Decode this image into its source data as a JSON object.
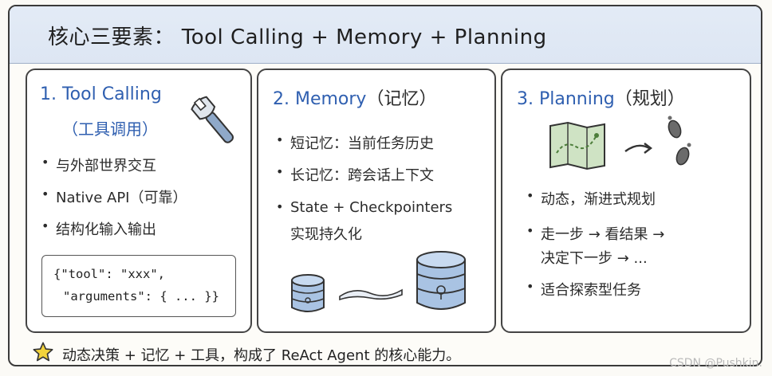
{
  "header": {
    "title": "核心三要素： Tool Calling + Memory + Planning"
  },
  "cards": [
    {
      "title": "1. Tool Calling",
      "subtitle": "（工具调用）",
      "bullets": [
        "与外部世界交互",
        "Native API（可靠）",
        "结构化输入输出"
      ],
      "code": [
        "{\"tool\": \"xxx\",",
        "\"arguments\": { ... }}"
      ],
      "icon": "wrench-icon"
    },
    {
      "title": "2. Memory",
      "title_paren": "（记忆）",
      "bullets": [
        "短记忆：当前任务历史",
        "长记忆：跨会话上下文",
        "State + Checkpointers"
      ],
      "bullet_continuation": "实现持久化",
      "icons": [
        "database-small-icon",
        "wave-arrow-icon",
        "database-large-icon"
      ]
    },
    {
      "title": "3. Planning",
      "title_paren": "（规划）",
      "bullets": [
        "动态，渐进式规划",
        "走一步 → 看结果 →",
        "适合探索型任务"
      ],
      "bullet_continuation": "决定下一步 → ...",
      "icons": [
        "map-icon",
        "curved-arrow-icon",
        "footprints-icon"
      ]
    }
  ],
  "footer": {
    "text": "动态决策 + 记忆 + 工具，构成了 ReAct Agent 的核心能力。",
    "icon": "star-icon"
  },
  "watermark": "CSDN @Pushkin.",
  "colors": {
    "accent": "#2f5fb0",
    "header_bg": "#e0e8f4",
    "db_fill": "#a9c3e3",
    "map_fill": "#cfe3c4",
    "star_fill": "#f3d33b"
  }
}
